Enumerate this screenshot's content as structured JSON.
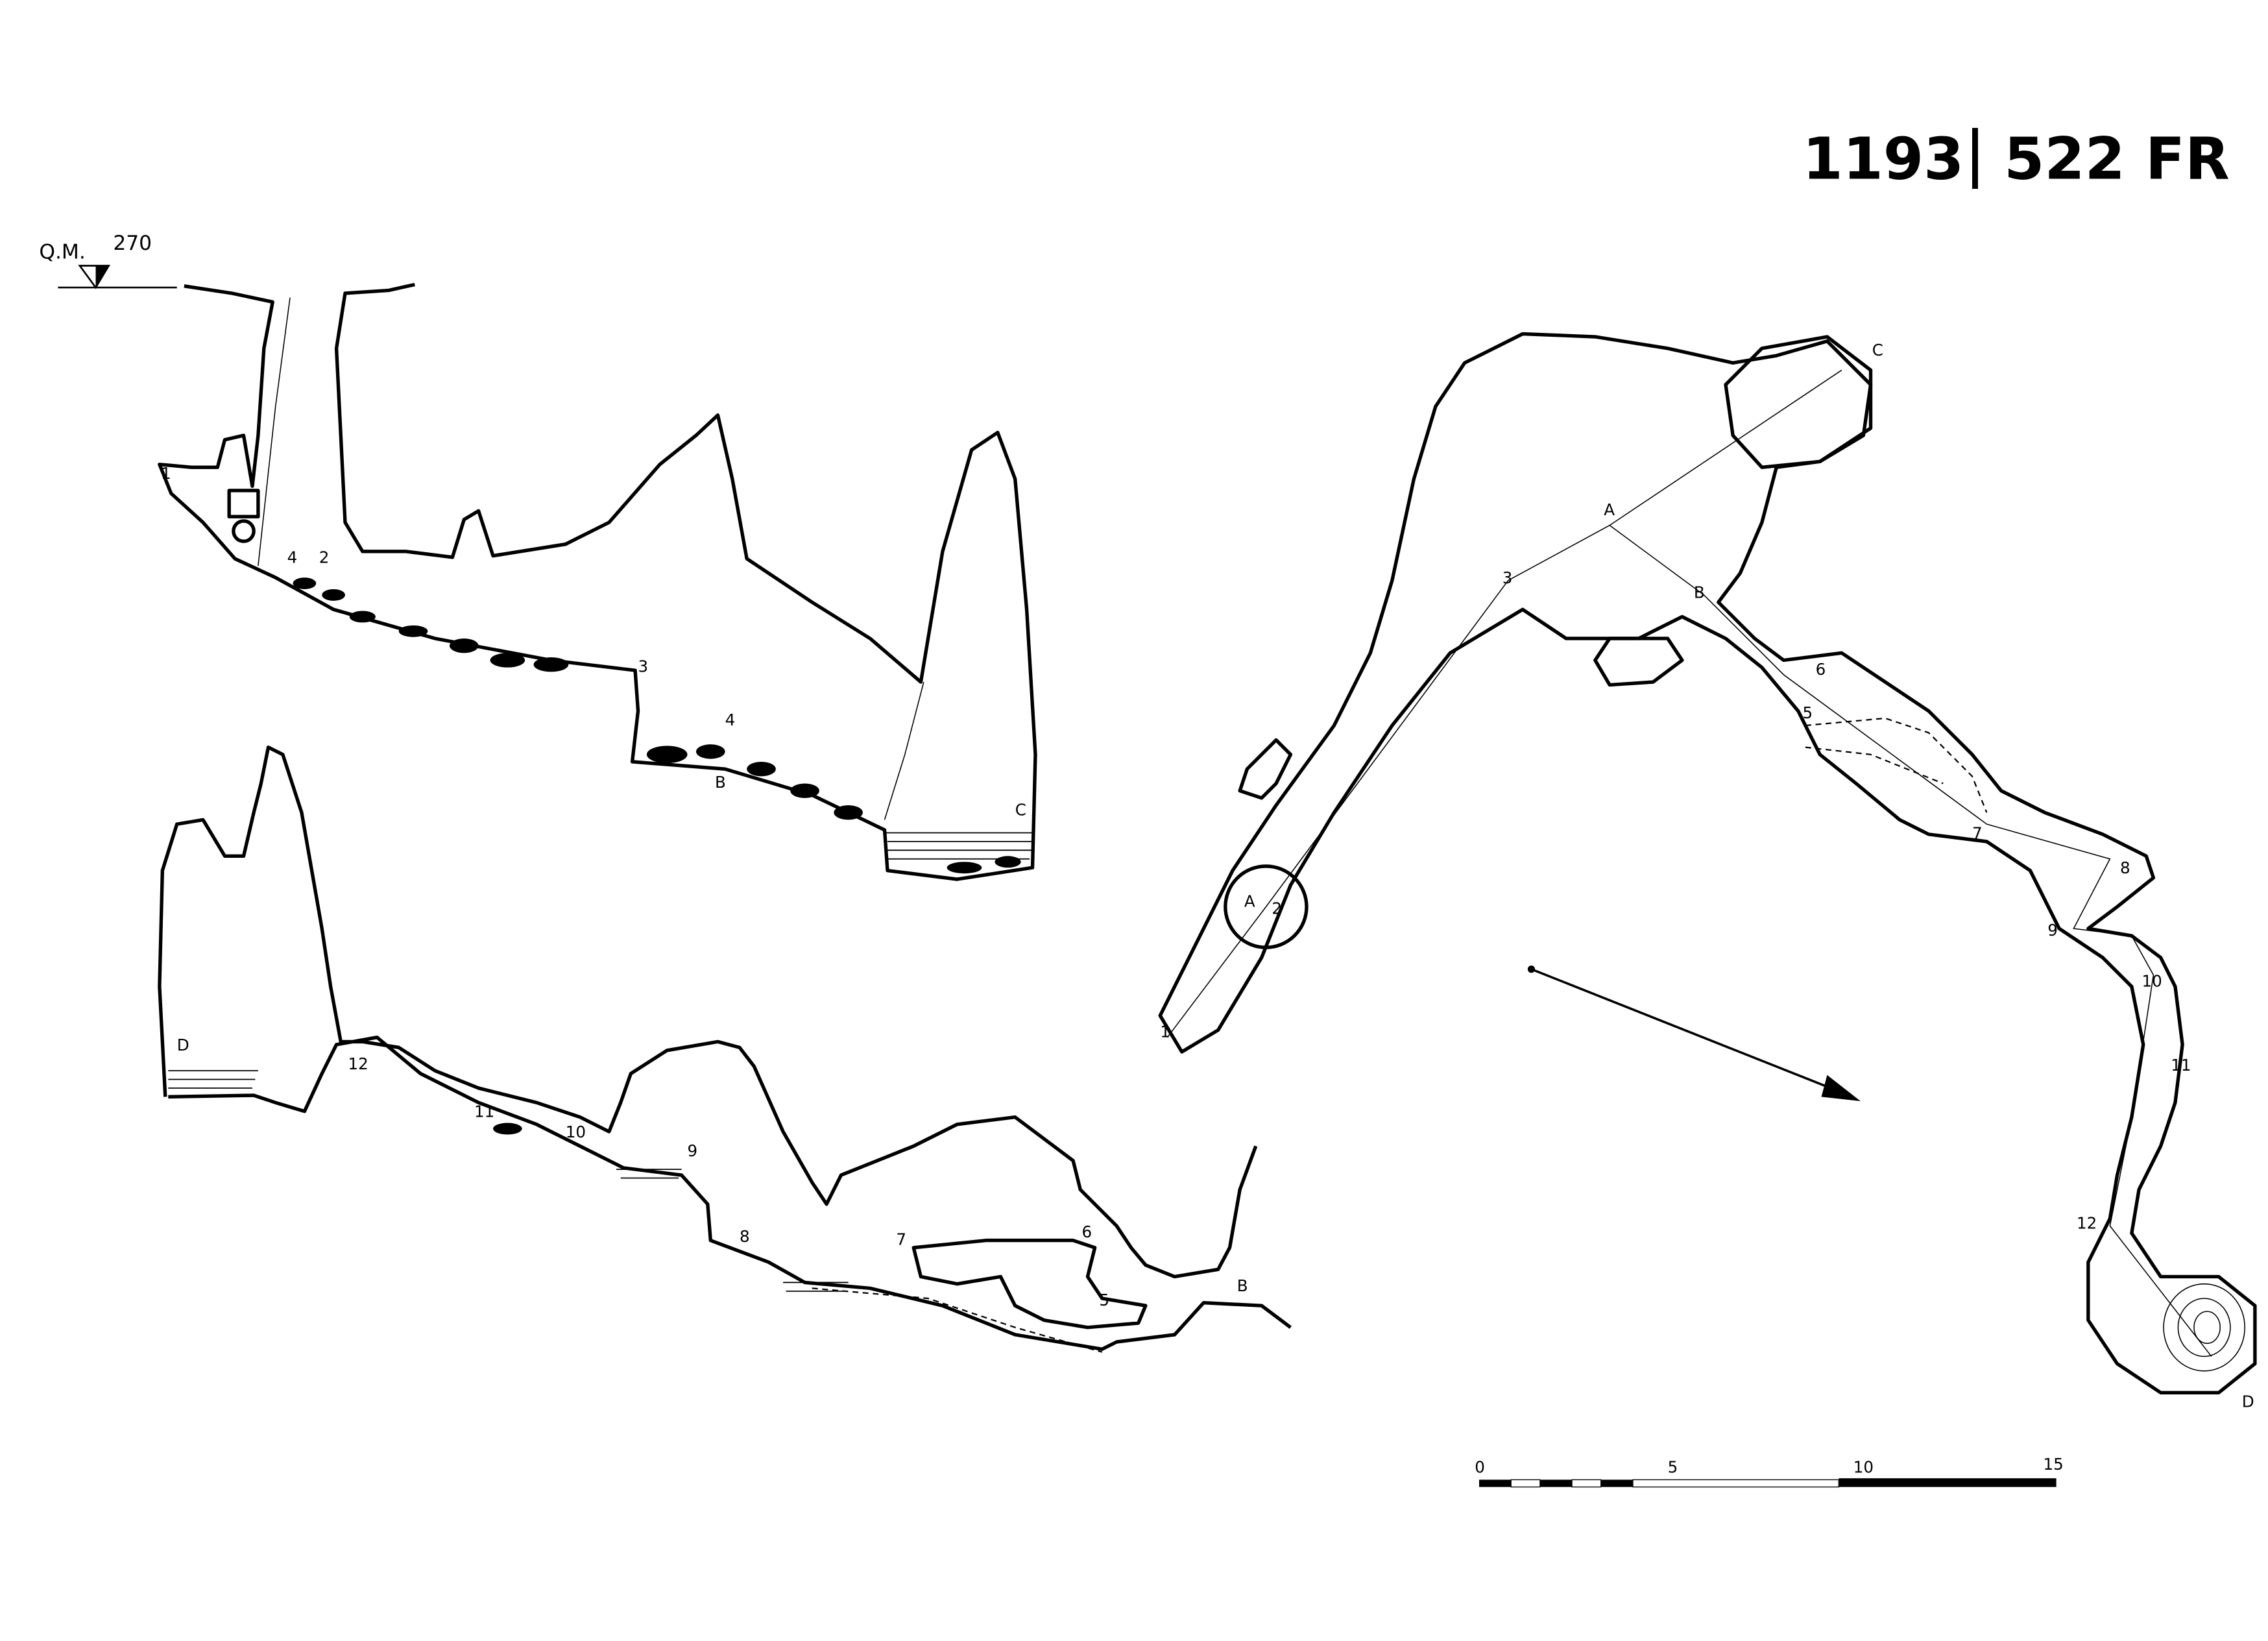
{
  "title": {
    "cave_number": "1193",
    "region_number": "522 FR"
  },
  "elevation": {
    "label": "Q.M.",
    "value": "270"
  },
  "profile_labels": {
    "upper": [
      "1",
      "4",
      "2",
      "3",
      "4",
      "B",
      "C"
    ],
    "lower": [
      "D",
      "12",
      "11",
      "10",
      "9",
      "8",
      "7",
      "6",
      "5",
      "B"
    ]
  },
  "plan_labels": [
    "C",
    "A",
    "3",
    "B",
    "6",
    "5",
    "7",
    "8",
    "9",
    "10",
    "11",
    "12",
    "D",
    "A",
    "2",
    "1"
  ],
  "scale_bar": {
    "ticks": [
      "0",
      "5",
      "10",
      "15"
    ],
    "unit_max": 15
  }
}
